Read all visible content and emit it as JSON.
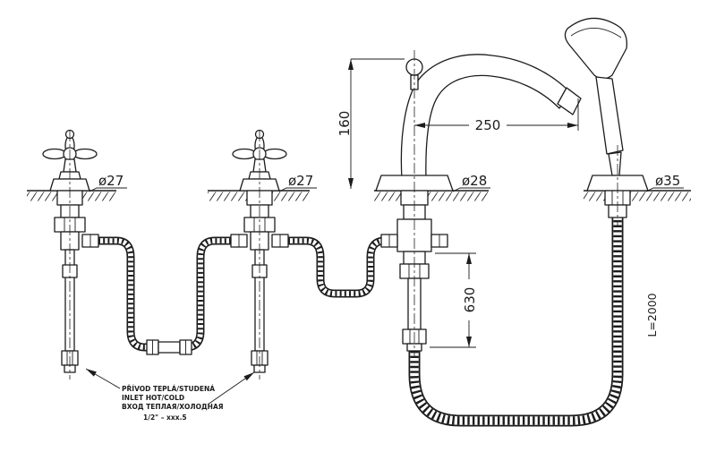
{
  "diagram": {
    "type": "technical-drawing",
    "subject": "deck-mounted bath mixer with hand shower",
    "colors": {
      "ink": "#1c1c1c",
      "background": "#ffffff"
    },
    "dimensions": {
      "d27_left": "ø27",
      "d27_mid": "ø27",
      "d28": "ø28",
      "d35": "ø35",
      "h160": "160",
      "w250": "250",
      "h630": "630",
      "hose_length": "L=2000"
    },
    "notes": {
      "line1": "PŘÍVOD TEPLÁ/STUDENÁ",
      "line2": "INLET HOT/COLD",
      "line3": "ВХОД ТЕПЛАЯ/ХОЛОДНАЯ",
      "line4": "1/2\" – xxx.5"
    }
  }
}
